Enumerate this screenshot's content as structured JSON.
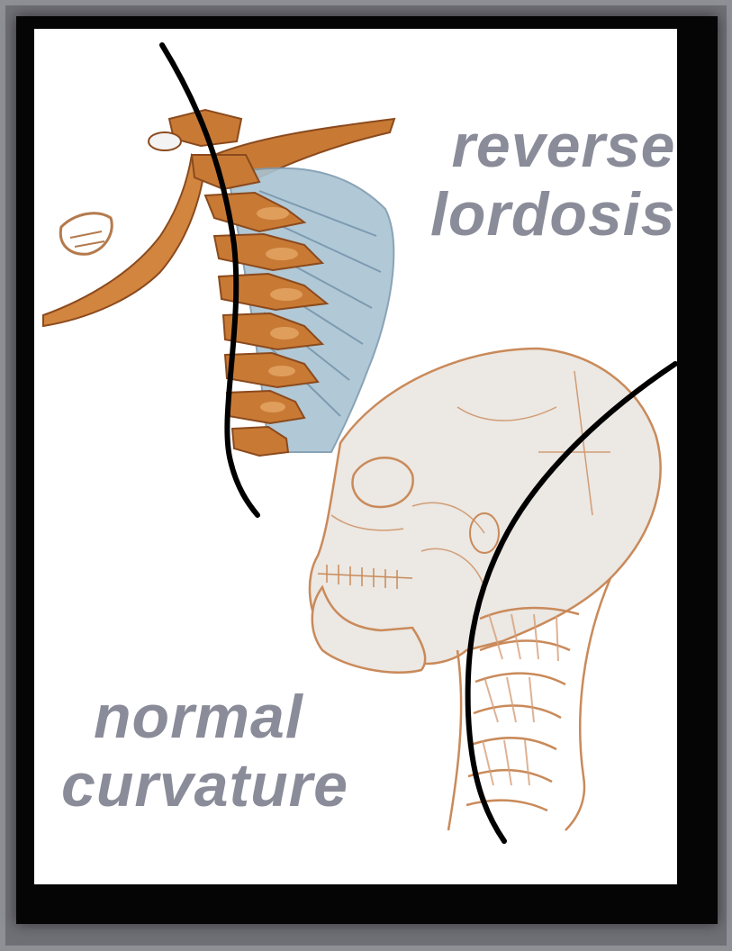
{
  "labels": {
    "reverse_line1": "reverse",
    "reverse_line2": "lordosis",
    "normal_line1": "normal",
    "normal_line2": "curvature"
  },
  "colors": {
    "background": "#8f8f96",
    "frame": "#050505",
    "canvas": "#ffffff",
    "label_text": "#8a8c99",
    "bone_orange": "#c87a35",
    "bone_dark": "#8b4a1d",
    "ligament_blue": "#a9c3d2",
    "skull_fill": "#ece8e3",
    "skull_outline": "#c98a5a",
    "curve_line": "#000000"
  }
}
